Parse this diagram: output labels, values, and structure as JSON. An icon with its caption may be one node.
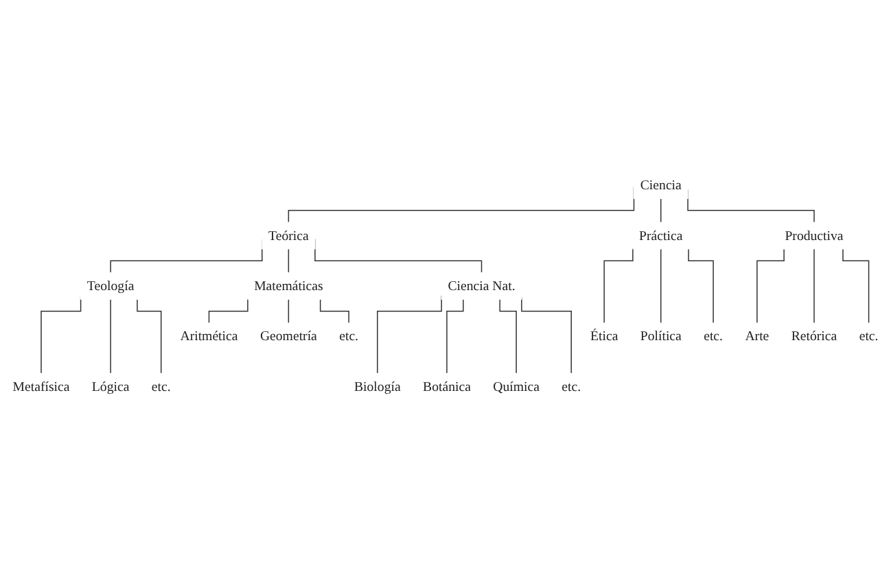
{
  "diagram": {
    "nodes": [
      {
        "text": [
          "Ciencia"
        ]
      },
      {
        "text": [
          "Teórica"
        ]
      },
      {
        "text": [
          "Práctica"
        ]
      },
      {
        "text": [
          "Productiva"
        ]
      },
      {
        "text": [
          "Teología"
        ]
      },
      {
        "text": [
          "Matemáticas"
        ]
      },
      {
        "text": [
          "Ciencia Nat."
        ]
      },
      {
        "text": [
          "Aritmética"
        ]
      },
      {
        "text": [
          "Geometría"
        ]
      },
      {
        "text": [
          "etc."
        ]
      },
      {
        "text": [
          "Ética"
        ]
      },
      {
        "text": [
          "Política"
        ]
      },
      {
        "text": [
          "etc."
        ]
      },
      {
        "text": [
          "Arte"
        ]
      },
      {
        "text": [
          "Retórica"
        ]
      },
      {
        "text": [
          "etc."
        ]
      },
      {
        "text": [
          "Metafísica"
        ]
      },
      {
        "text": [
          "Lógica"
        ]
      },
      {
        "text": [
          "etc."
        ]
      },
      {
        "text": [
          "Biología"
        ]
      },
      {
        "text": [
          "Botánica"
        ]
      },
      {
        "text": [
          "Química"
        ]
      },
      {
        "text": [
          "etc."
        ]
      }
    ],
    "edges": [
      {
        "from": 0,
        "to": 1,
        "arrow": "none"
      },
      {
        "from": 0,
        "to": 2,
        "arrow": "none"
      },
      {
        "from": 0,
        "to": 3,
        "arrow": "none"
      },
      {
        "from": 1,
        "to": 4,
        "arrow": "none"
      },
      {
        "from": 1,
        "to": 5,
        "arrow": "none"
      },
      {
        "from": 1,
        "to": 6,
        "arrow": "none"
      },
      {
        "from": 5,
        "to": 7,
        "arrow": "none"
      },
      {
        "from": 5,
        "to": 8,
        "arrow": "none"
      },
      {
        "from": 5,
        "to": 9,
        "arrow": "none"
      },
      {
        "from": 2,
        "to": 10,
        "arrow": "none"
      },
      {
        "from": 2,
        "to": 11,
        "arrow": "none"
      },
      {
        "from": 2,
        "to": 12,
        "arrow": "none"
      },
      {
        "from": 3,
        "to": 13,
        "arrow": "none"
      },
      {
        "from": 3,
        "to": 14,
        "arrow": "none"
      },
      {
        "from": 3,
        "to": 15,
        "arrow": "none"
      },
      {
        "from": 4,
        "to": 16,
        "arrow": "none"
      },
      {
        "from": 4,
        "to": 17,
        "arrow": "none"
      },
      {
        "from": 4,
        "to": 18,
        "arrow": "none"
      },
      {
        "from": 6,
        "to": 19,
        "arrow": "none"
      },
      {
        "from": 6,
        "to": 20,
        "arrow": "none"
      },
      {
        "from": 6,
        "to": 21,
        "arrow": "none"
      },
      {
        "from": 6,
        "to": 22,
        "arrow": "none"
      }
    ]
  }
}
